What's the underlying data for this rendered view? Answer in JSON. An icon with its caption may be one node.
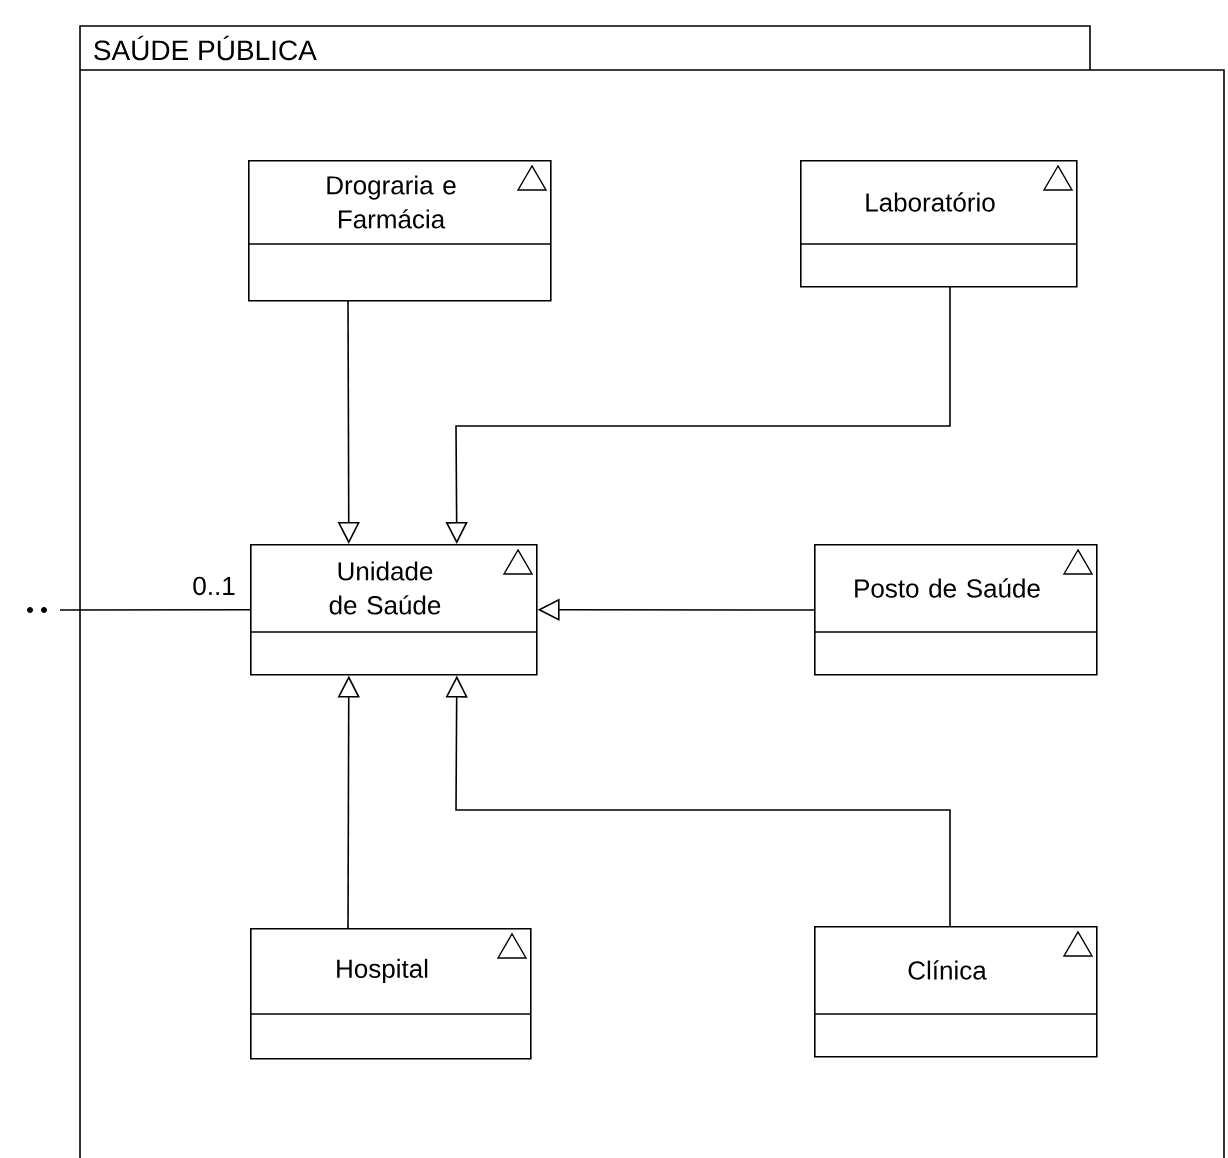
{
  "diagram": {
    "nodes": [
      {
        "text": [
          "SAÚDE PÚBLICA"
        ]
      },
      {
        "text": [
          "Drograria e Farmácia"
        ],
        "in": 0
      },
      {
        "text": [
          "Laboratório"
        ],
        "in": 0
      },
      {
        "text": [
          "Unidade de Saúde"
        ],
        "in": 0
      },
      {
        "text": [
          "Posto de Saúde"
        ],
        "in": 0
      },
      {
        "text": [
          "Hospital"
        ],
        "in": 0
      },
      {
        "text": [
          "Clínica"
        ],
        "in": 0
      }
    ],
    "edges": [
      {
        "from": 1,
        "to": 3,
        "arrow": "to"
      },
      {
        "from": 2,
        "to": 3,
        "arrow": "to"
      },
      {
        "from": 4,
        "to": 3,
        "arrow": "to"
      },
      {
        "from": 5,
        "to": 3,
        "arrow": "to"
      },
      {
        "from": 6,
        "to": 3,
        "arrow": "to"
      },
      {
        "from": null,
        "to": 3,
        "arrow": "none",
        "label": "0..1"
      }
    ]
  }
}
